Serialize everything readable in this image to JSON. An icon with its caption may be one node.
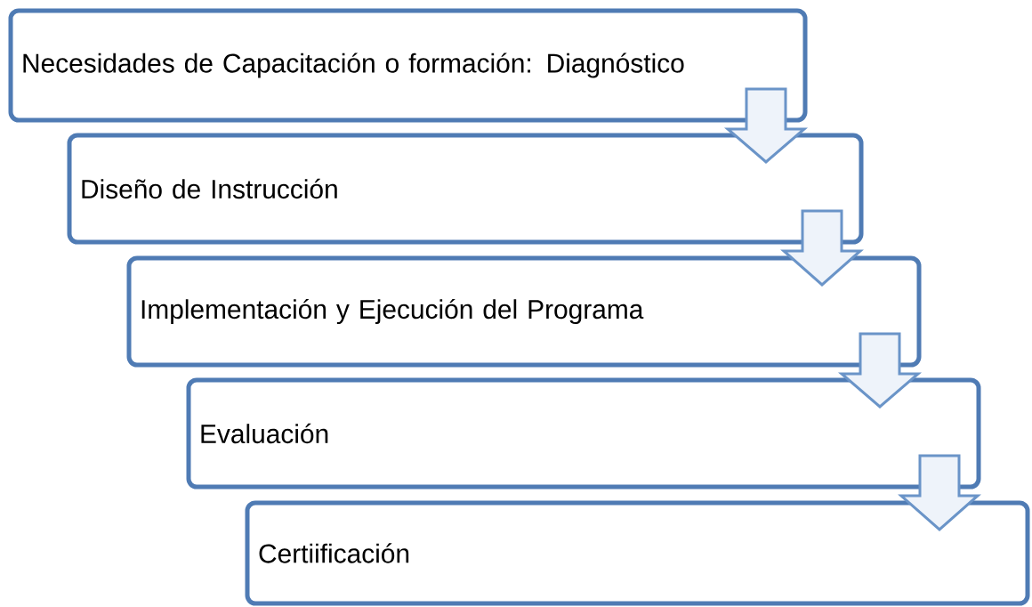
{
  "diagram": {
    "nodes": [
      {
        "text": [
          "Necesidades de Capacitación o formación: Diagnóstico"
        ]
      },
      {
        "text": [
          "Diseño de Instrucción"
        ]
      },
      {
        "text": [
          "Implementación y Ejecución del Programa"
        ]
      },
      {
        "text": [
          "Evaluación"
        ]
      },
      {
        "text": [
          "Certiificación"
        ]
      }
    ],
    "edges": [
      {
        "from": 0,
        "to": 1,
        "arrow": "to"
      },
      {
        "from": 1,
        "to": 2,
        "arrow": "to"
      },
      {
        "from": 2,
        "to": 3,
        "arrow": "to"
      },
      {
        "from": 3,
        "to": 4,
        "arrow": "to"
      }
    ]
  }
}
